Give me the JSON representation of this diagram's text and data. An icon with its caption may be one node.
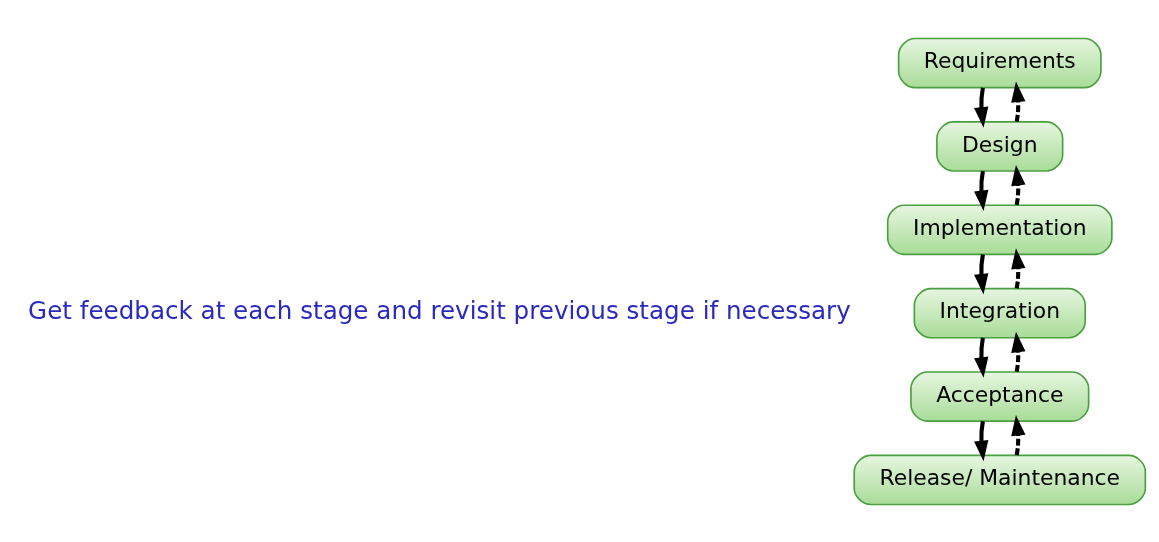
{
  "diagram": {
    "nodes": [
      {
        "text": [
          "Requirements"
        ]
      },
      {
        "text": [
          "Design"
        ]
      },
      {
        "text": [
          "Implementation"
        ]
      },
      {
        "text": [
          "Integration"
        ]
      },
      {
        "text": [
          "Acceptance"
        ]
      },
      {
        "text": [
          "Release/ Maintenance"
        ]
      }
    ],
    "edges": [
      {
        "from": 0,
        "to": 1,
        "arrow": "to"
      },
      {
        "from": 1,
        "to": 0,
        "arrow": "to",
        "style": "dashed"
      },
      {
        "from": 1,
        "to": 2,
        "arrow": "to"
      },
      {
        "from": 2,
        "to": 1,
        "arrow": "to",
        "style": "dashed"
      },
      {
        "from": 2,
        "to": 3,
        "arrow": "to"
      },
      {
        "from": 3,
        "to": 2,
        "arrow": "to",
        "style": "dashed"
      },
      {
        "from": 3,
        "to": 4,
        "arrow": "to"
      },
      {
        "from": 4,
        "to": 3,
        "arrow": "to",
        "style": "dashed"
      },
      {
        "from": 4,
        "to": 5,
        "arrow": "to"
      },
      {
        "from": 5,
        "to": 4,
        "arrow": "to",
        "style": "dashed"
      }
    ],
    "labels": [
      "Get feedback at each stage and revisit previous stage if necessary"
    ]
  }
}
